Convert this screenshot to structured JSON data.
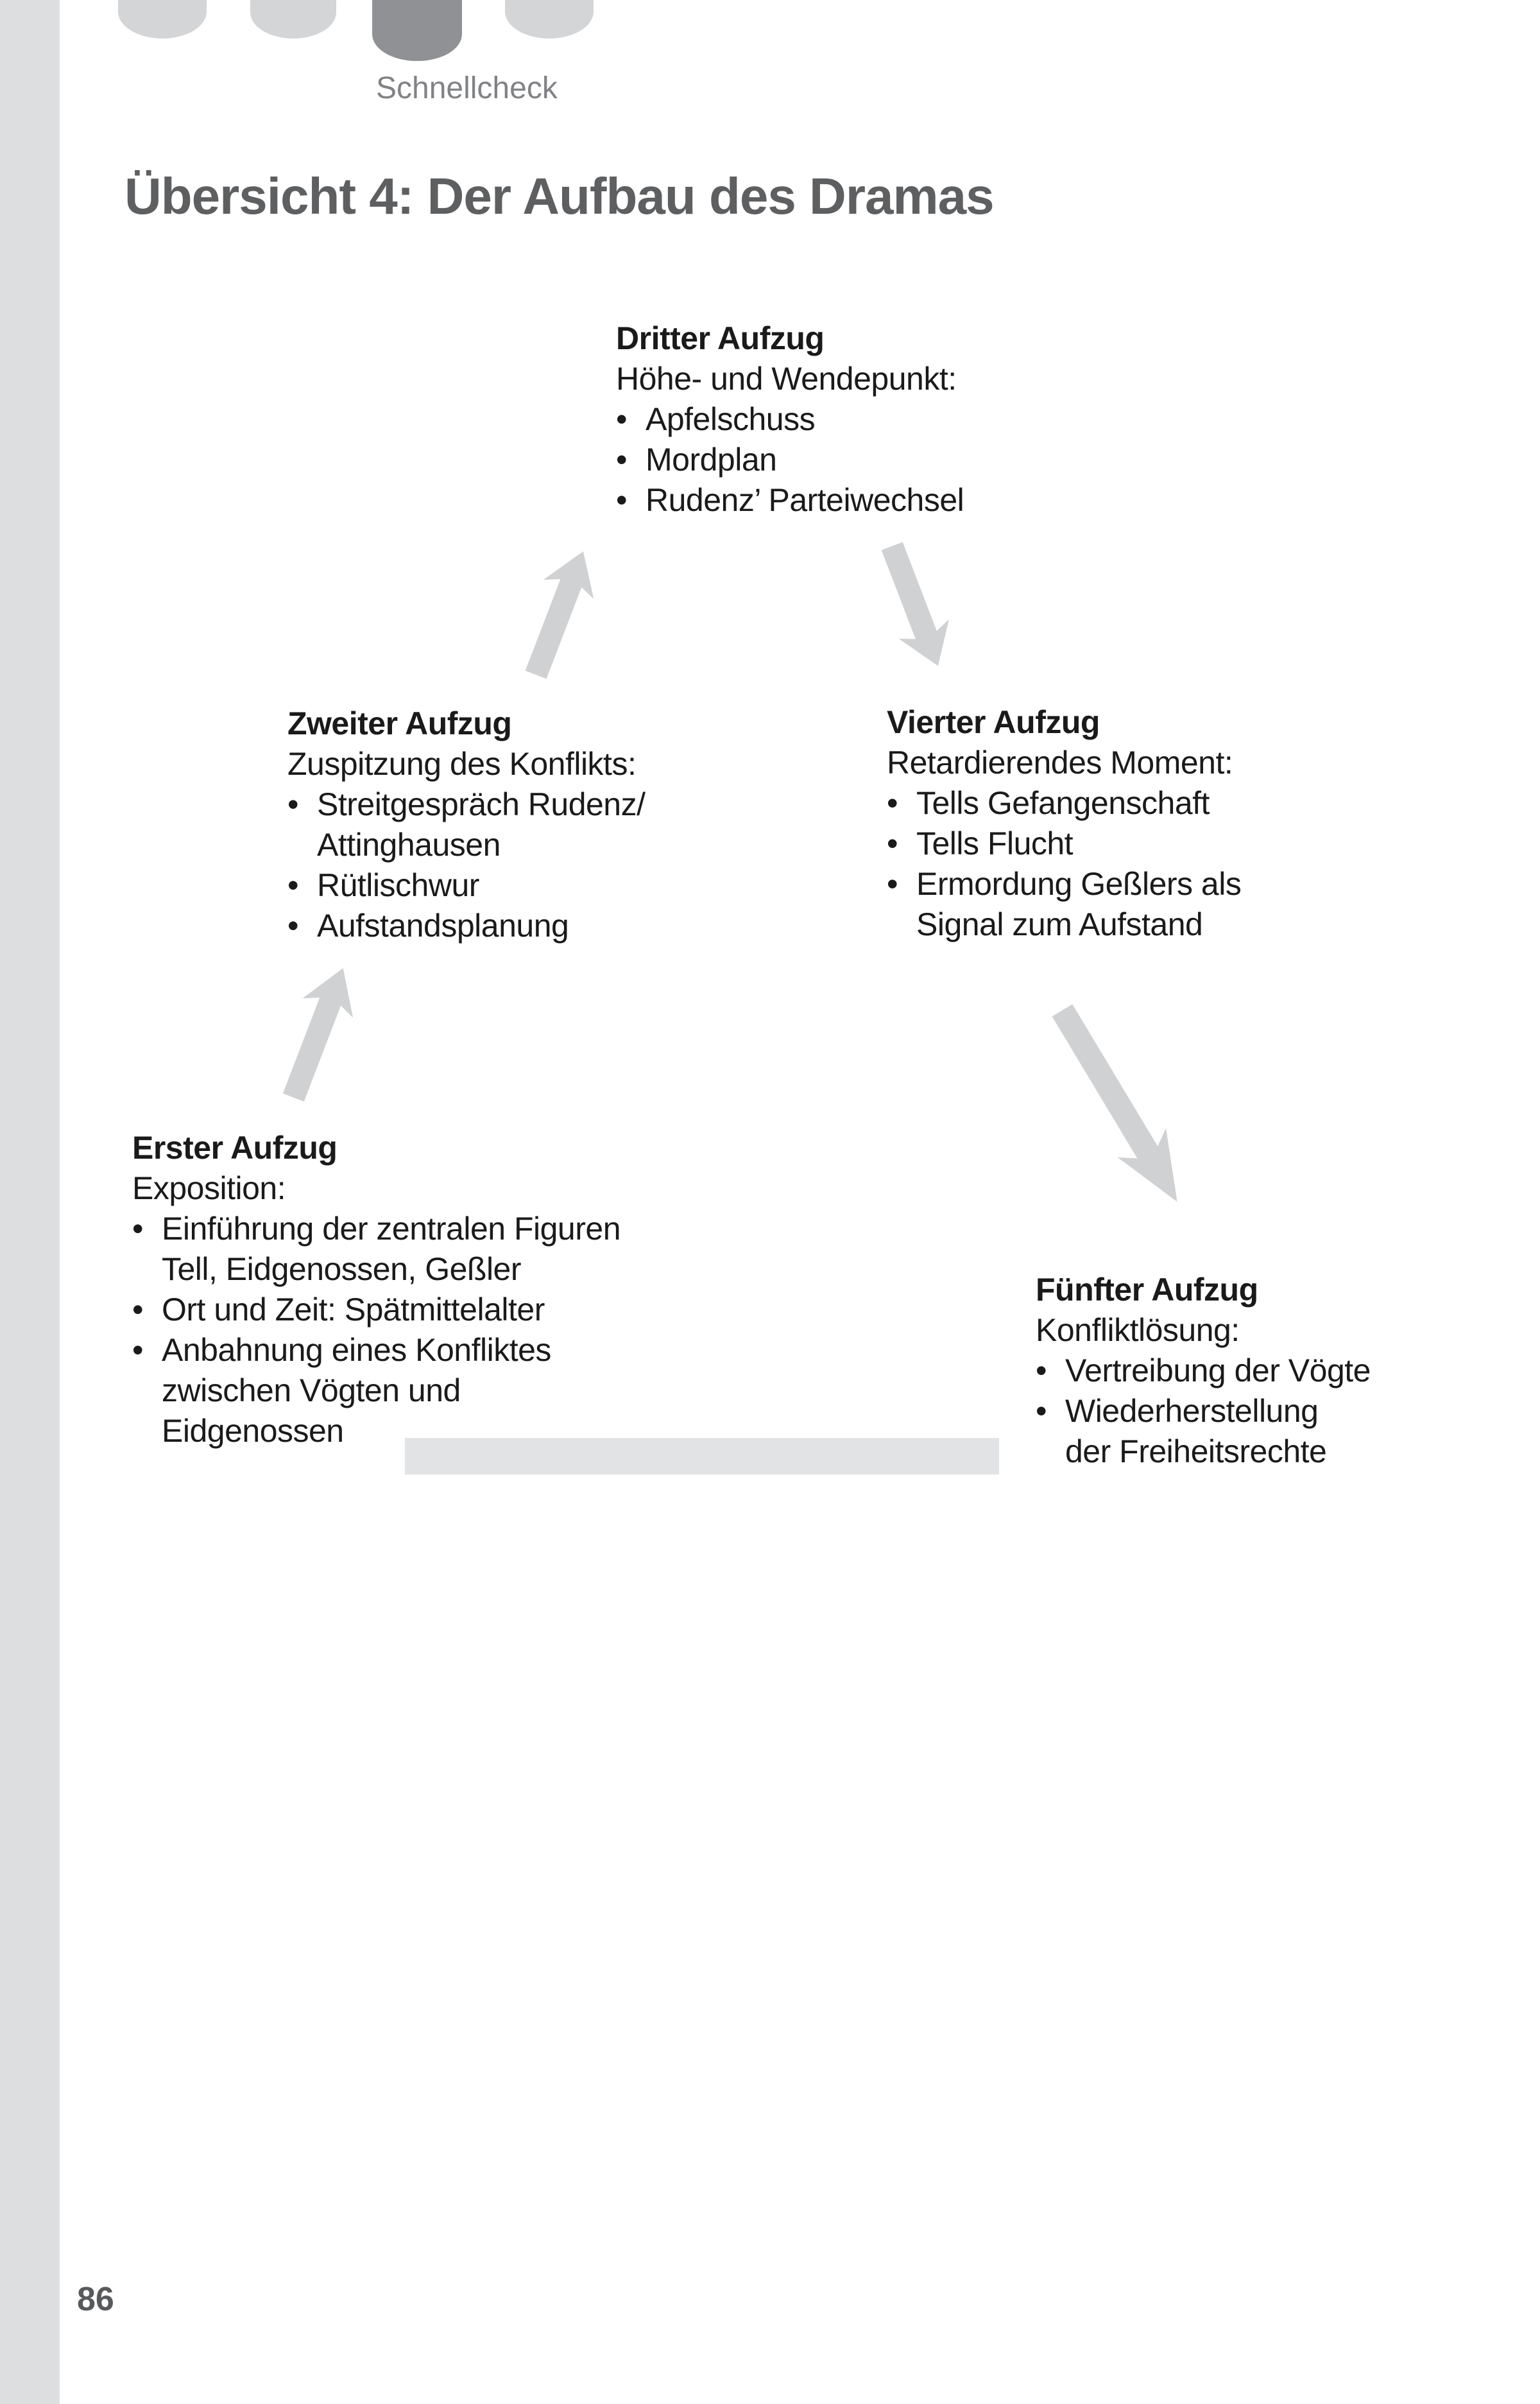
{
  "page": {
    "tab_label": "Schnellcheck",
    "title": "Übersicht 4: Der Aufbau des Dramas",
    "page_number": "86"
  },
  "diagram": {
    "bullet_char": "•",
    "acts": {
      "dritter": {
        "heading": "Dritter Aufzug",
        "subtitle": "Höhe- und Wendepunkt:",
        "lines": [
          "Apfelschuss",
          "Mordplan",
          "Rudenz’ Parteiwechsel"
        ]
      },
      "zweiter": {
        "heading": "Zweiter Aufzug",
        "subtitle": "Zuspitzung des Konflikts:",
        "lines": [
          "Streitgespräch Rudenz/",
          "Attinghausen",
          "Rütlischwur",
          "Aufstandsplanung"
        ]
      },
      "vierter": {
        "heading": "Vierter Aufzug",
        "subtitle": "Retardierendes Moment:",
        "lines": [
          "Tells Gefangenschaft",
          "Tells Flucht",
          "Ermordung Geßlers als",
          "Signal zum Aufstand"
        ]
      },
      "erster": {
        "heading": "Erster Aufzug",
        "subtitle": "Exposition:",
        "lines": [
          "Einführung der zentralen Figuren",
          "Tell, Eidgenossen, Geßler",
          "Ort und Zeit: Spätmittelalter",
          "Anbahnung eines Konfliktes",
          "zwischen Vögten und",
          "Eidgenossen"
        ]
      },
      "fuenfter": {
        "heading": "Fünfter Aufzug",
        "subtitle": "Konfliktlösung:",
        "lines": [
          "Vertreibung der Vögte",
          "Wiederherstellung",
          "der Freiheitsrechte"
        ]
      }
    }
  },
  "colors": {
    "left_strip": "#dcdee0",
    "dot_light": "#d3d5d7",
    "dot_dark": "#8f9194",
    "tab_label_gray": "#808285",
    "title_gray": "#5e5f61",
    "text_black": "#1a1a1a",
    "arrow_gray": "#cfd1d3",
    "bar_gray": "#e2e3e5",
    "page_number_gray": "#58595b"
  }
}
